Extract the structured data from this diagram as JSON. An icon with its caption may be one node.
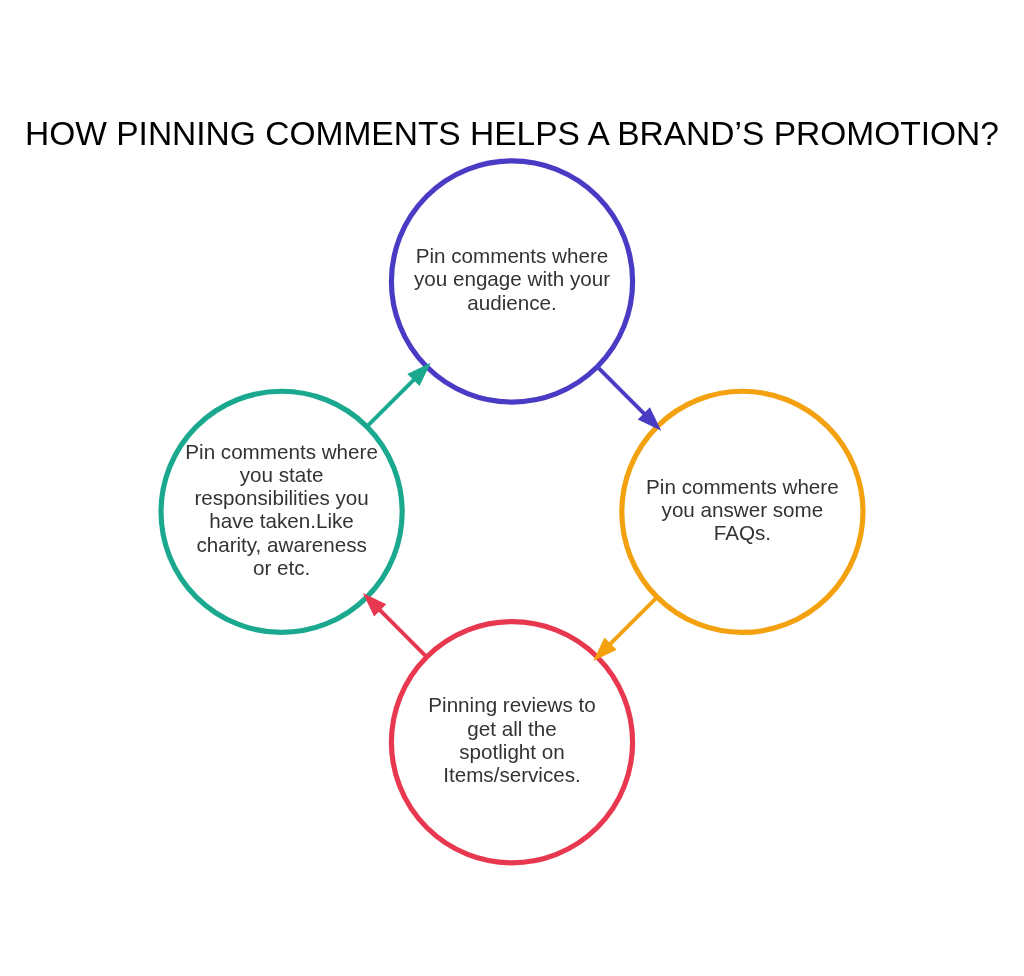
{
  "diagram": {
    "title": "HOW PINNING COMMENTS HELPS A BRAND’S PROMOTION?",
    "nodes": [
      {
        "text": [
          "Pinning reviews to get all the spotlight on Items/services."
        ]
      },
      {
        "text": [
          "Pin comments where you state responsibilities you have taken.Like charity, awareness or etc."
        ]
      },
      {
        "text": [
          "Pin comments where you engage with your audience."
        ]
      },
      {
        "text": [
          "Pin comments where you answer some FAQs."
        ]
      }
    ],
    "edges": [
      {
        "from": 0,
        "to": 1,
        "arrow": "to",
        "color": "#e8384f"
      },
      {
        "from": 1,
        "to": 2,
        "arrow": "to",
        "color": "#1aa98e"
      },
      {
        "from": 2,
        "to": 3,
        "arrow": "to",
        "color": "#4a3bc4"
      },
      {
        "from": 3,
        "to": 0,
        "arrow": "to",
        "color": "#f3a10e"
      }
    ]
  }
}
